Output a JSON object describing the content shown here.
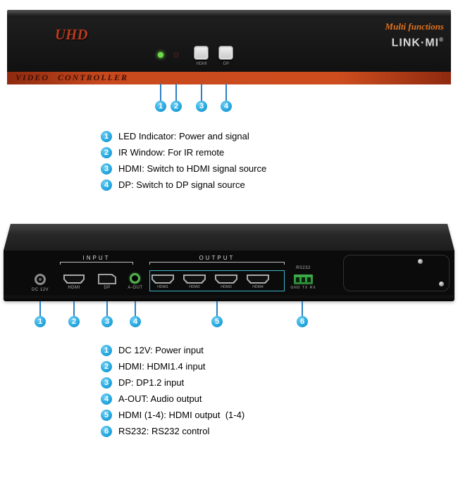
{
  "front_panel": {
    "brand": "UHD",
    "tagline": "Multi functions",
    "logo": "LINK·MI",
    "logo_reg": "®",
    "band_text": "VIDEO CONTROLLER",
    "hdmi_button_label": "HDMI",
    "dp_button_label": "DP"
  },
  "front_callouts": [
    "1",
    "2",
    "3",
    "4"
  ],
  "front_annotations": [
    {
      "num": "1",
      "text": "LED Indicator: Power and signal"
    },
    {
      "num": "2",
      "text": "IR Window: For IR remote"
    },
    {
      "num": "3",
      "text": "HDMI: Switch to HDMI signal source"
    },
    {
      "num": "4",
      "text": "DP: Switch to DP signal source"
    }
  ],
  "rear_panel": {
    "input_group_label": "INPUT",
    "output_group_label": "OUTPUT",
    "dc_label": "DC 12V",
    "hdmi_in_label": "HDMI",
    "dp_label": "DP",
    "aout_label": "A-OUT",
    "out_labels": [
      "HDMI1",
      "HDMI2",
      "HDMI3",
      "HDMI4"
    ],
    "rs232_label": "RS232",
    "rs232_pins_label": "GND TX RX"
  },
  "rear_callouts": [
    "1",
    "2",
    "3",
    "4",
    "5",
    "6"
  ],
  "rear_annotations": [
    {
      "num": "1",
      "text": "DC 12V: Power input"
    },
    {
      "num": "2",
      "text": "HDMI: HDMI1.4 input"
    },
    {
      "num": "3",
      "text": "DP: DP1.2 input"
    },
    {
      "num": "4",
      "text": "A-OUT: Audio output"
    },
    {
      "num": "5",
      "text": "HDMI (1-4): HDMI output  (1-4)"
    },
    {
      "num": "6",
      "text": "RS232: RS232 control"
    }
  ],
  "colors": {
    "accent_orange": "#c8491d",
    "callout_blue": "#29abe2",
    "line_blue": "#2b7fc2",
    "aout_green": "#53b14e",
    "rs232_green": "#2f9e3f"
  }
}
